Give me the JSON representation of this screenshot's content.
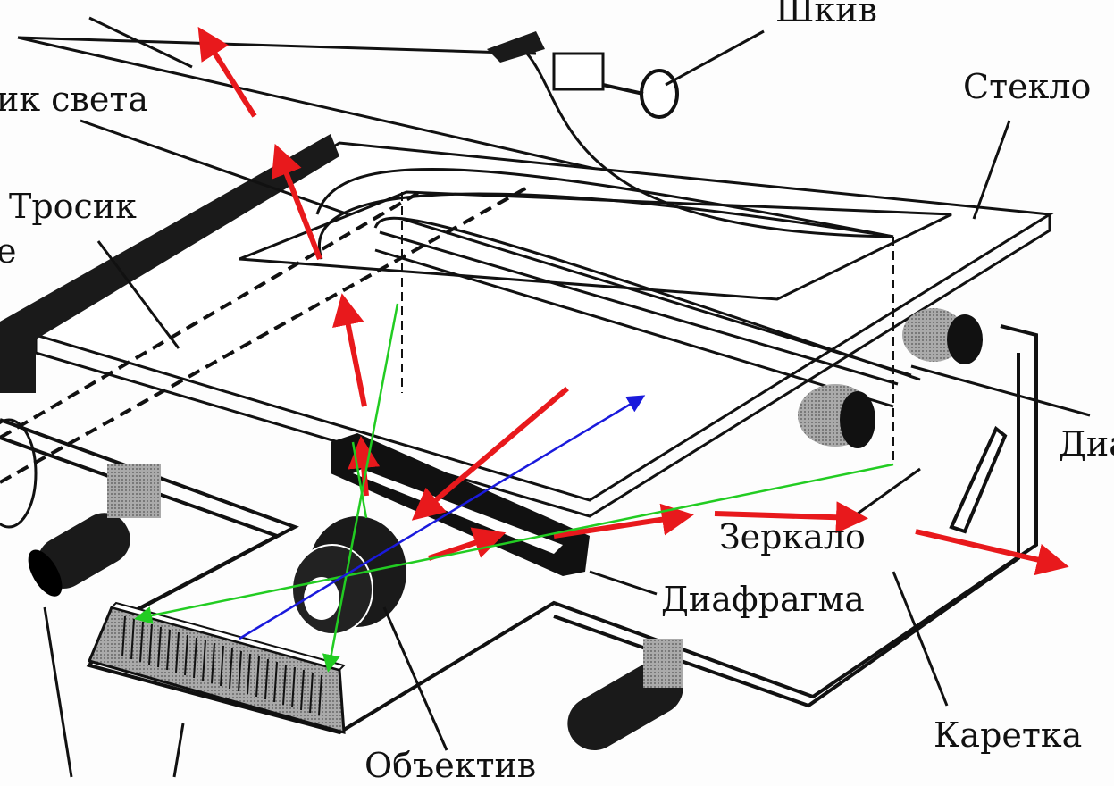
{
  "labels": {
    "pulley": "Шкив",
    "glass": "Стекло",
    "light_source": "ик света",
    "cable": "Тросик",
    "left_cut": "е",
    "right_cut": "Диа",
    "mirror": "Зеркало",
    "diaphragm": "Диафрагма",
    "carriage": "Каретка",
    "lens": "Объектив"
  },
  "colors": {
    "light_ray": "#e8191c",
    "green_ray": "#22cc22",
    "blue_ray": "#1a1adc",
    "ink": "#111111"
  }
}
